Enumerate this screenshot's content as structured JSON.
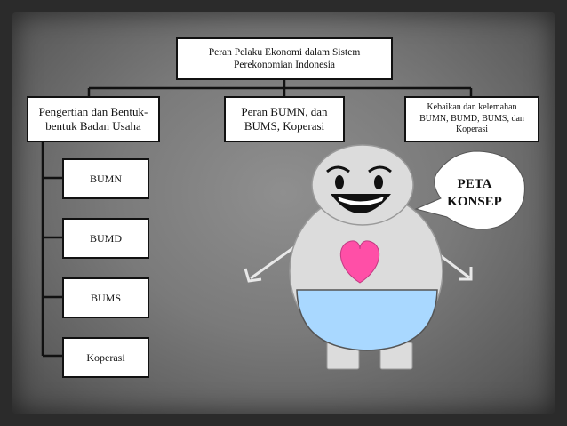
{
  "root": {
    "label": "Peran Pelaku Ekonomi dalam Sistem Perekonomian Indonesia"
  },
  "branches": [
    {
      "label": "Pengertian dan Bentuk-bentuk Badan Usaha"
    },
    {
      "label": "Peran BUMN, dan BUMS, Koperasi"
    },
    {
      "label": "Kebaikan dan kelemahan BUMN, BUMD, BUMS, dan Koperasi"
    }
  ],
  "sub_items": [
    {
      "label": "BUMN"
    },
    {
      "label": "BUMD"
    },
    {
      "label": "BUMS"
    },
    {
      "label": "Koperasi"
    }
  ],
  "speech_bubble": {
    "text": "PETA KONSEP"
  },
  "colors": {
    "heart": "#ff4fa7",
    "belly": "#a9d8ff",
    "body": "#dcdcdc"
  }
}
